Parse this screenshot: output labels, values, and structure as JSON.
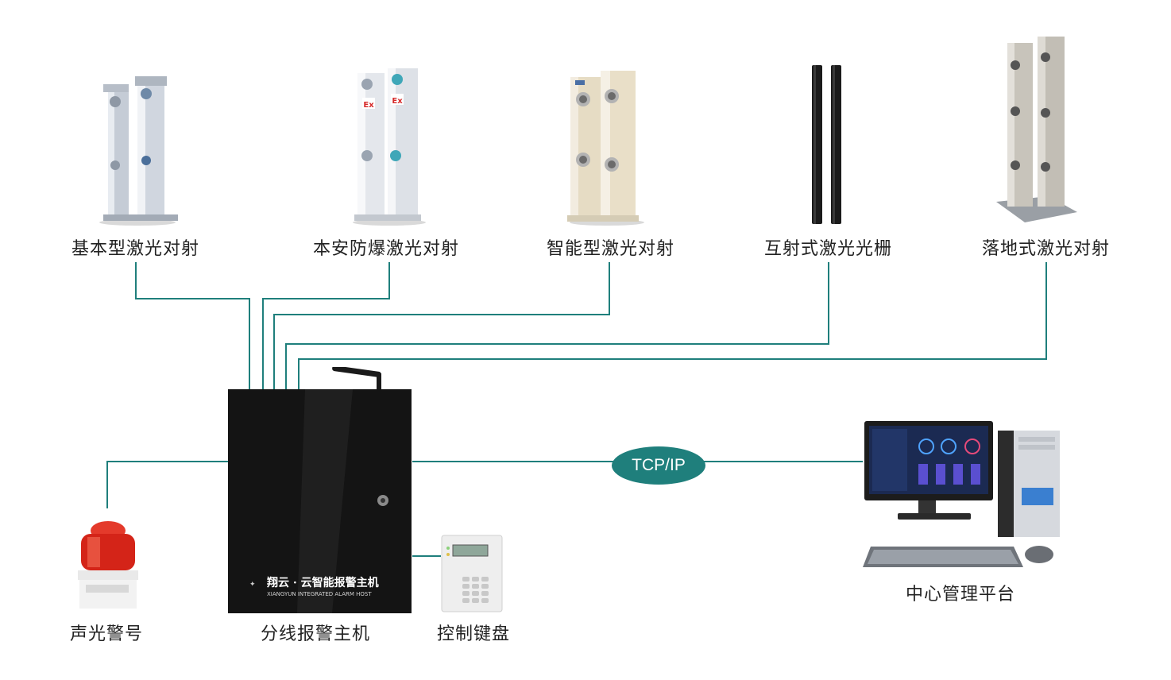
{
  "sensors": [
    {
      "label": "基本型激光对射"
    },
    {
      "label": "本安防爆激光对射",
      "mark": "Ex"
    },
    {
      "label": "智能型激光对射"
    },
    {
      "label": "互射式激光光栅"
    },
    {
      "label": "落地式激光对射"
    }
  ],
  "host": {
    "label": "分线报警主机",
    "brand": "翔云 · 云智能报警主机",
    "brand_en": "XIANGYUN  INTEGRATED ALARM HOST"
  },
  "siren": {
    "label": "声光警号"
  },
  "keypad": {
    "label": "控制键盘"
  },
  "platform": {
    "label": "中心管理平台"
  },
  "network": {
    "protocol": "TCP/IP"
  },
  "colors": {
    "line": "#1f7f7c",
    "ellipse": "#1f7f7c",
    "host_body": "#141414"
  }
}
